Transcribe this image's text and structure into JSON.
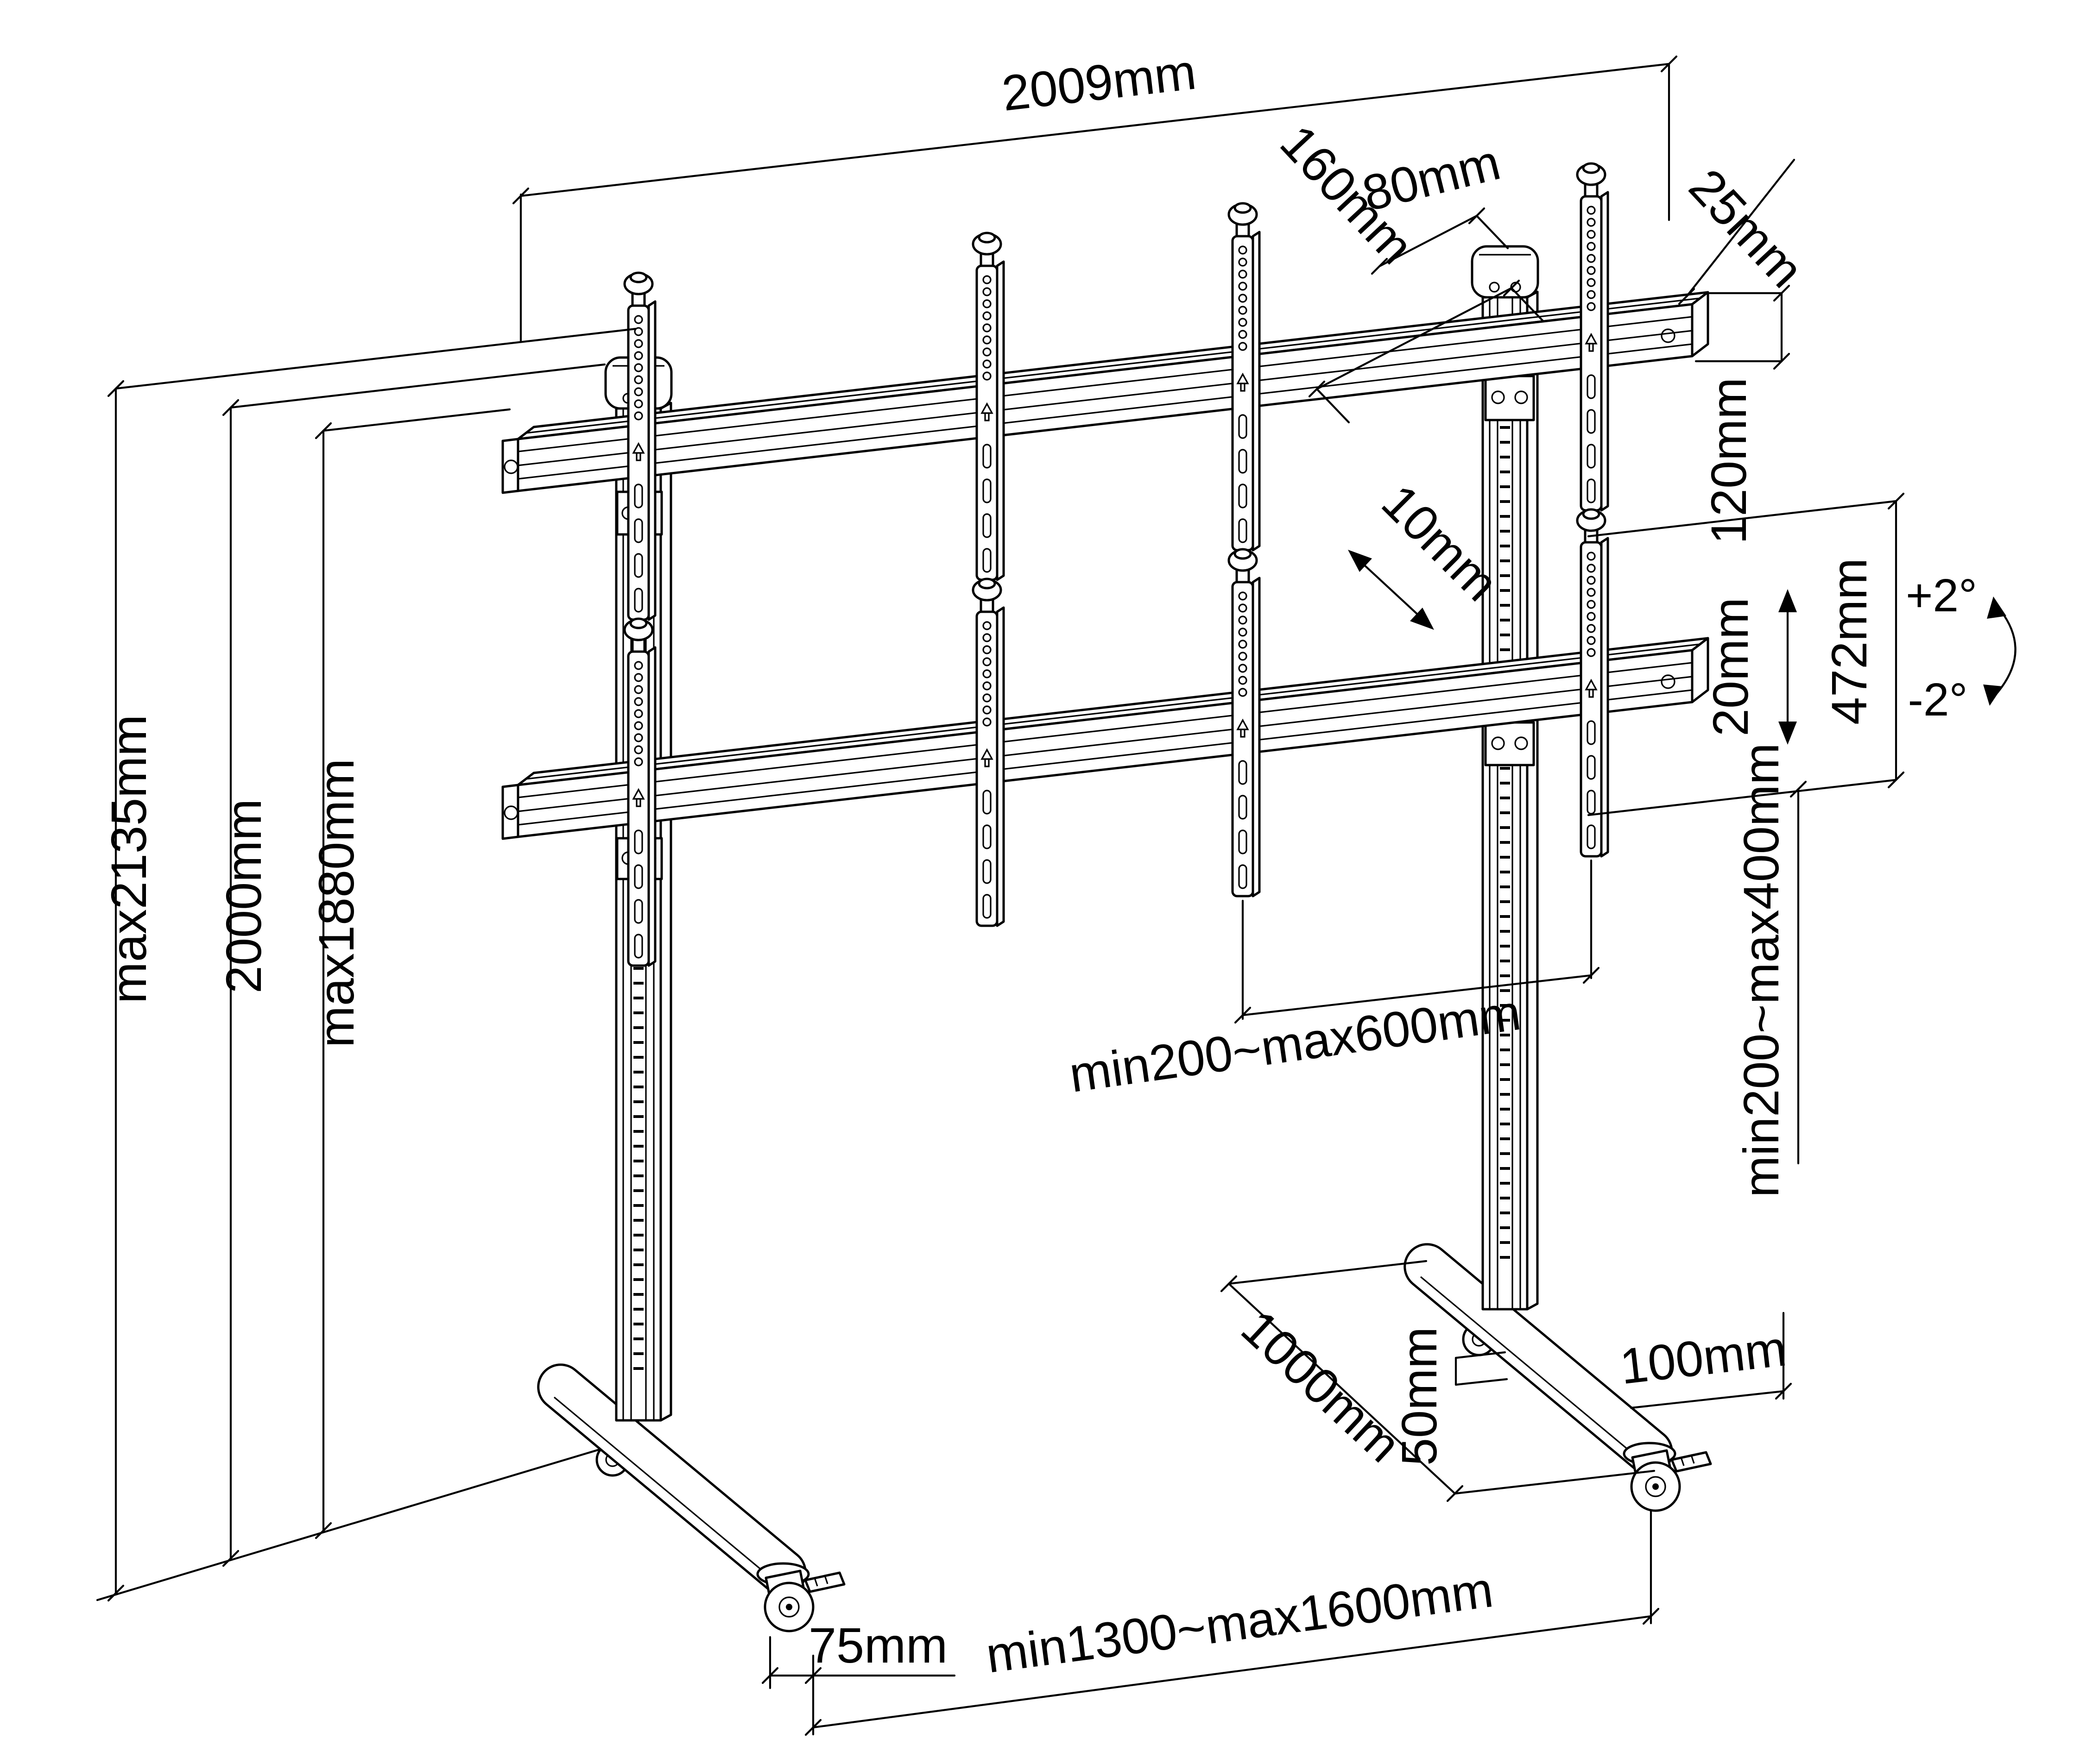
{
  "drawing": {
    "title": "Mobile video-wall trolley dimensional drawing",
    "ink_color": "#000000",
    "paper_color": "#ffffff"
  },
  "dims": {
    "d2009": {
      "label": "2009mm"
    },
    "d160": {
      "label": "160mm"
    },
    "d80": {
      "label": "80mm"
    },
    "d25": {
      "label": "25mm"
    },
    "d120": {
      "label": "120mm"
    },
    "d10": {
      "label": "10mm"
    },
    "d20": {
      "label": "20mm"
    },
    "d472": {
      "label": "472mm"
    },
    "dplus2": {
      "label": "+2°"
    },
    "dminus2": {
      "label": "-2°"
    },
    "dmax2135": {
      "label": "max2135mm"
    },
    "d2000": {
      "label": "2000mm"
    },
    "dmax1880": {
      "label": "max1880mm"
    },
    "dvesaH": {
      "label": "min200~max600mm"
    },
    "dvesaV": {
      "label": "min200~max400mm"
    },
    "d1000": {
      "label": "1000mm"
    },
    "d50": {
      "label": "50mm"
    },
    "d100": {
      "label": "100mm"
    },
    "d75": {
      "label": "75mm"
    },
    "dspan": {
      "label": "min1300~max1600mm"
    }
  }
}
